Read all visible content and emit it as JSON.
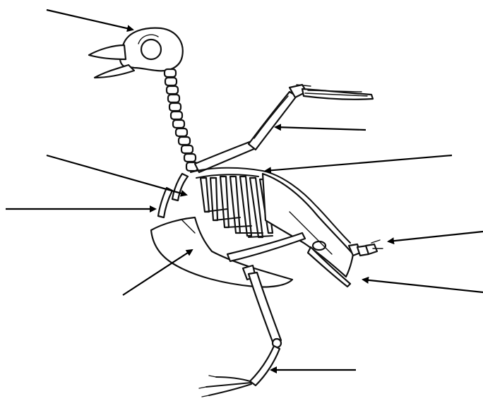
{
  "diagram": {
    "subject": "bird-skeleton",
    "line_color": "#111111",
    "background": "#ffffff",
    "label_arrows": [
      {
        "id": "skull"
      },
      {
        "id": "wing-bone"
      },
      {
        "id": "backbone"
      },
      {
        "id": "shoulder-bone"
      },
      {
        "id": "rib-front"
      },
      {
        "id": "breastbone"
      },
      {
        "id": "tail"
      },
      {
        "id": "pelvis-end"
      },
      {
        "id": "leg-bone"
      }
    ]
  }
}
